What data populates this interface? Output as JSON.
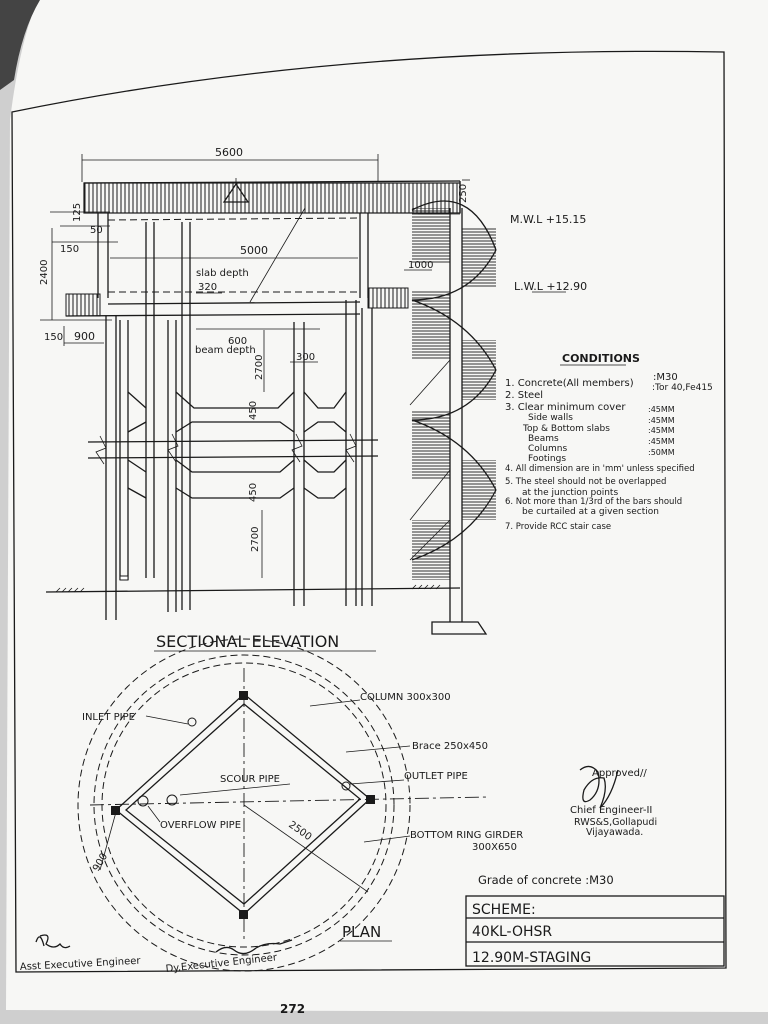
{
  "elevation": {
    "title": "SECTIONAL ELEVATION",
    "dims": {
      "top_width": "5600",
      "d_125": "125",
      "d_50": "50",
      "d_150_a": "150",
      "d_2400": "2400",
      "d_5000": "5000",
      "slab_depth_label": "slab depth",
      "slab_depth_value": "320",
      "d_150_b": "150",
      "d_900": "900",
      "d_600": "600",
      "beam_depth_label": "beam depth",
      "d_2700_a": "2700",
      "d_300": "300",
      "d_450_a": "450",
      "d_450_b": "450",
      "d_2700_b": "2700",
      "d_250": "250",
      "d_1000": "1000"
    },
    "levels": {
      "mwl": "M.W.L  +15.15",
      "lwl": "L.W.L  +12.90"
    }
  },
  "conditions": {
    "heading": "CONDITIONS",
    "items": [
      {
        "text": "1. Concrete(All members)",
        "value": ":M30"
      },
      {
        "text": "2. Steel",
        "value": ":Tor 40,Fe415"
      },
      {
        "text": "3. Clear minimum cover",
        "value": ""
      }
    ],
    "cover": [
      {
        "text": "Side walls",
        "value": ":45MM"
      },
      {
        "text": "Top & Bottom slabs",
        "value": ":45MM"
      },
      {
        "text": "Beams",
        "value": ":45MM"
      },
      {
        "text": "Columns",
        "value": ":45MM"
      },
      {
        "text": "Footings",
        "value": ":50MM"
      }
    ],
    "notes": [
      "4. All dimension are in 'mm' unless specified",
      "5. The steel should not be overlapped",
      "at the junction points",
      "6. Not more than 1/3rd of the bars should",
      "be curtailed at a given section",
      "7. Provide RCC stair case"
    ]
  },
  "plan": {
    "title": "PLAN",
    "labels": {
      "column": "COLUMN 300x300",
      "inlet": "INLET PIPE",
      "brace": "Brace 250x450",
      "scour": "SCOUR PIPE",
      "outlet": "OUTLET PIPE",
      "overflow": "OVERFLOW PIPE",
      "d_2500": "2500",
      "d_900": "900",
      "ring_girder_1": "BOTTOM RING GIRDER",
      "ring_girder_2": "300X650"
    }
  },
  "approval": {
    "approved": "Approved//",
    "line1": "Chief Engineer-II",
    "line2": "RWS&S,Gollapudi",
    "line3": "Vijayawada."
  },
  "grade": "Grade of concrete :M30",
  "scheme": {
    "row1": "SCHEME:",
    "row2": "40KL-OHSR",
    "row3": "12.90M-STAGING"
  },
  "signatures": {
    "asst": "Asst Executive Engineer",
    "dy": "Dy.Executive Engineer"
  },
  "page_number": "272"
}
